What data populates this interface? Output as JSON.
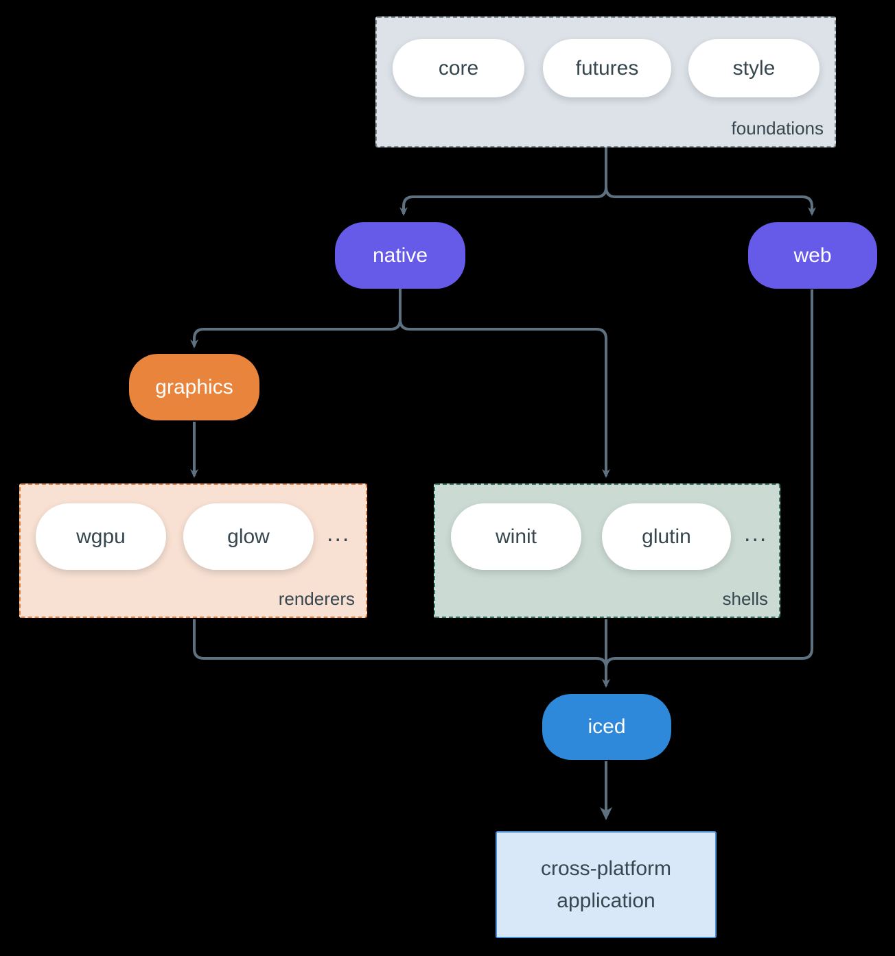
{
  "foundations": {
    "label": "foundations",
    "pills": [
      "core",
      "futures",
      "style"
    ]
  },
  "native": {
    "label": "native"
  },
  "web": {
    "label": "web"
  },
  "graphics": {
    "label": "graphics"
  },
  "renderers": {
    "label": "renderers",
    "pills": [
      "wgpu",
      "glow"
    ],
    "ellipsis": "..."
  },
  "shells": {
    "label": "shells",
    "pills": [
      "winit",
      "glutin"
    ],
    "ellipsis": "..."
  },
  "iced": {
    "label": "iced"
  },
  "application": {
    "line1": "cross-platform",
    "line2": "application"
  },
  "colors": {
    "background": "#000000",
    "connector": "#5E7180",
    "foundations_fill": "#DCE2E7",
    "foundations_border": "#7A8A95",
    "purple_node": "#655BE8",
    "orange_node": "#E8843C",
    "renderers_fill": "#F8E0D2",
    "renderers_border": "#E8823B",
    "shells_fill": "#CBDBD3",
    "shells_border": "#35796B",
    "blue_node": "#2E89DB",
    "application_fill": "#D9E8F8",
    "application_border": "#4A90D9",
    "text_dark": "#37474F",
    "text_light": "#FFFFFF"
  }
}
